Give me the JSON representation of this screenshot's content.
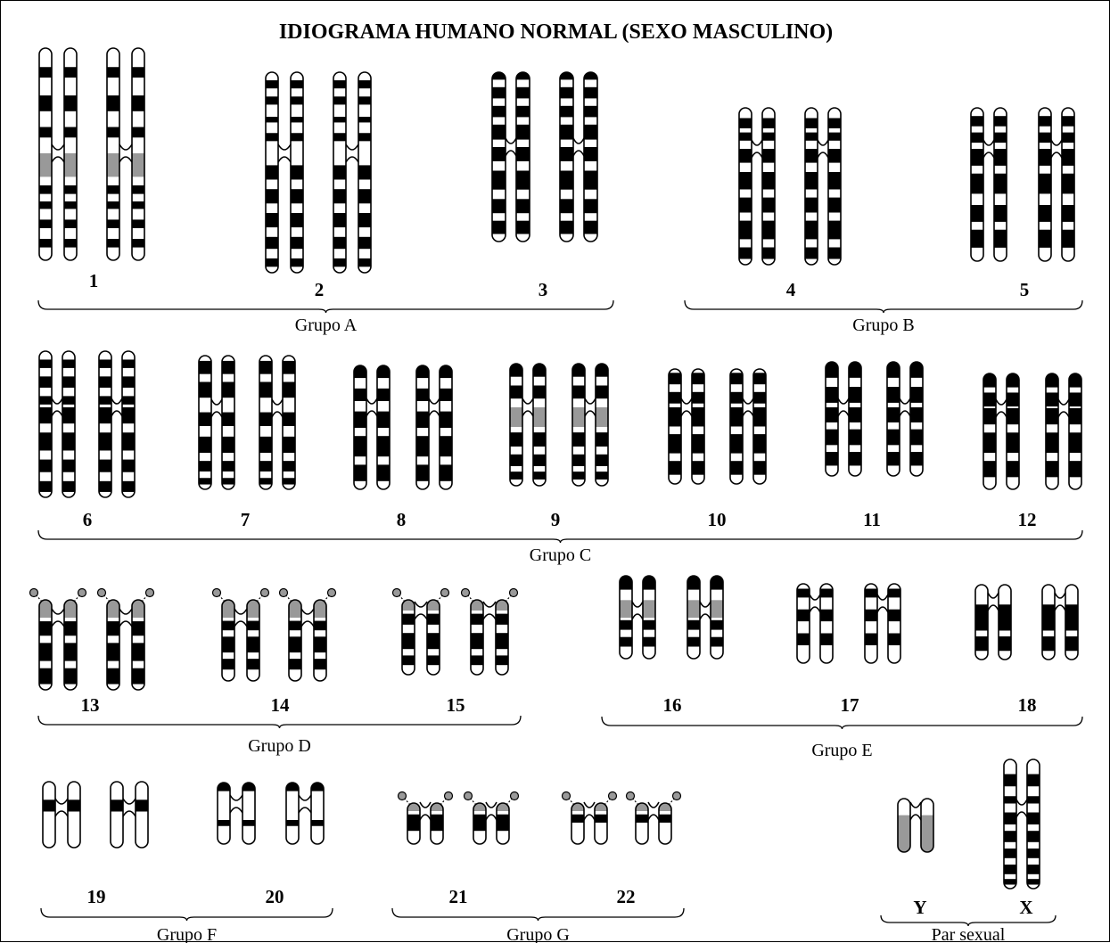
{
  "title": "IDIOGRAMA HUMANO NORMAL (SEXO MASCULINO)",
  "colors": {
    "band": "#000000",
    "heterochromatin": "#999999",
    "outline": "#000000",
    "background": "#ffffff"
  },
  "chromosomes": [
    {
      "label": "1",
      "group": "Grupo A"
    },
    {
      "label": "2",
      "group": "Grupo A"
    },
    {
      "label": "3",
      "group": "Grupo A"
    },
    {
      "label": "4",
      "group": "Grupo B"
    },
    {
      "label": "5",
      "group": "Grupo B"
    },
    {
      "label": "6",
      "group": "Grupo C"
    },
    {
      "label": "7",
      "group": "Grupo C"
    },
    {
      "label": "8",
      "group": "Grupo C"
    },
    {
      "label": "9",
      "group": "Grupo C"
    },
    {
      "label": "10",
      "group": "Grupo C"
    },
    {
      "label": "11",
      "group": "Grupo C"
    },
    {
      "label": "12",
      "group": "Grupo C"
    },
    {
      "label": "13",
      "group": "Grupo D"
    },
    {
      "label": "14",
      "group": "Grupo D"
    },
    {
      "label": "15",
      "group": "Grupo D"
    },
    {
      "label": "16",
      "group": "Grupo E"
    },
    {
      "label": "17",
      "group": "Grupo E"
    },
    {
      "label": "18",
      "group": "Grupo E"
    },
    {
      "label": "19",
      "group": "Grupo F"
    },
    {
      "label": "20",
      "group": "Grupo F"
    },
    {
      "label": "21",
      "group": "Grupo G"
    },
    {
      "label": "22",
      "group": "Grupo G"
    },
    {
      "label": "Y",
      "group": "Par sexual"
    },
    {
      "label": "X",
      "group": "Par sexual"
    }
  ],
  "groups": [
    "Grupo A",
    "Grupo B",
    "Grupo C",
    "Grupo D",
    "Grupo E",
    "Grupo F",
    "Grupo G",
    "Par sexual"
  ]
}
